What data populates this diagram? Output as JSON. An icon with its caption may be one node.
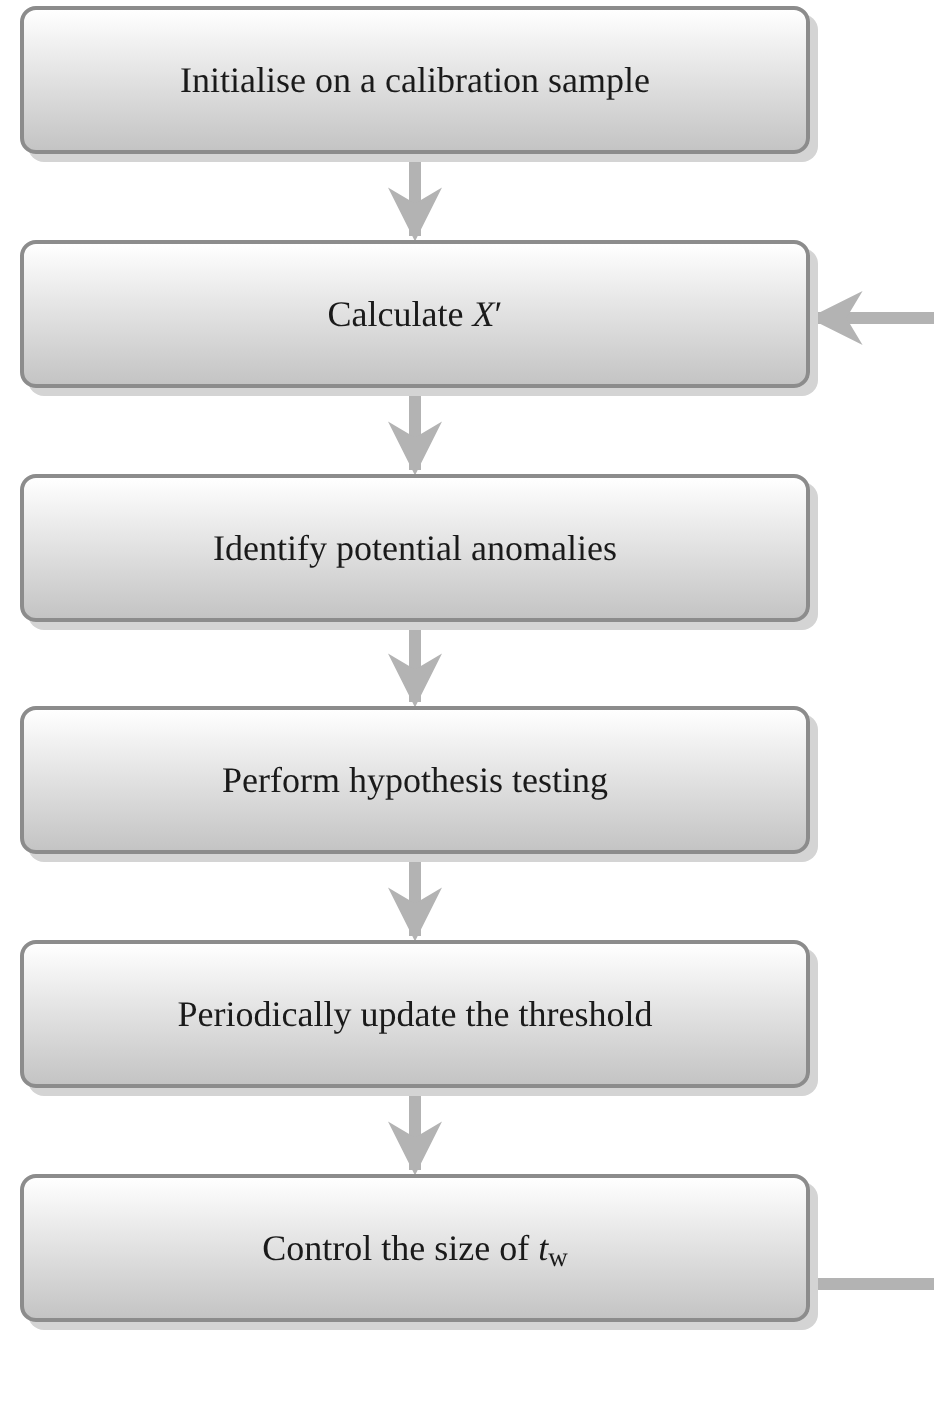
{
  "diagram": {
    "nodes": [
      {
        "text": [
          "Initialise on a calibration sample"
        ]
      },
      {
        "text": [
          "Calculate *X*′"
        ]
      },
      {
        "text": [
          "Identify potential anomalies"
        ]
      },
      {
        "text": [
          "Perform hypothesis testing"
        ]
      },
      {
        "text": [
          "Periodically update the threshold"
        ]
      },
      {
        "text": [
          "Control the size of *t*$_{w}$"
        ]
      }
    ],
    "edges": [
      {
        "from": 0,
        "to": 1,
        "arrow": "to"
      },
      {
        "from": 1,
        "to": 2,
        "arrow": "to"
      },
      {
        "from": 2,
        "to": 3,
        "arrow": "to"
      },
      {
        "from": 3,
        "to": 4,
        "arrow": "to"
      },
      {
        "from": 4,
        "to": 5,
        "arrow": "to"
      },
      {
        "from": null,
        "to": 1,
        "arrow": "to"
      },
      {
        "from": 5,
        "to": null,
        "arrow": "none"
      }
    ]
  }
}
